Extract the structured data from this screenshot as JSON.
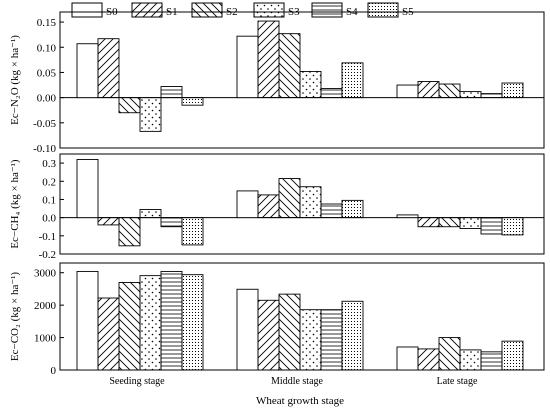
{
  "legend": [
    "S0",
    "S1",
    "S2",
    "S3",
    "S4",
    "S5"
  ],
  "xlabel": "Wheat growth stage",
  "chart_data": [
    {
      "type": "bar",
      "ylabel": "Ec−N₂O (kg × ha⁻¹)",
      "ylim": [
        -0.1,
        0.17
      ],
      "yticks": [
        -0.1,
        -0.05,
        0.0,
        0.05,
        0.1,
        0.15
      ],
      "tick_labels": [
        "-0.10",
        "-0.05",
        "0.00",
        "0.05",
        "0.10",
        "0.15"
      ],
      "categories": [
        "Seeding stage",
        "Middle stage",
        "Late stage"
      ],
      "series": [
        {
          "name": "S0",
          "values": [
            0.107,
            0.122,
            0.025
          ]
        },
        {
          "name": "S1",
          "values": [
            0.117,
            0.152,
            0.032
          ]
        },
        {
          "name": "S2",
          "values": [
            -0.03,
            0.127,
            0.027
          ]
        },
        {
          "name": "S3",
          "values": [
            -0.067,
            0.052,
            0.012
          ]
        },
        {
          "name": "S4",
          "values": [
            0.022,
            0.018,
            0.008
          ]
        },
        {
          "name": "S5",
          "values": [
            -0.015,
            0.069,
            0.029
          ]
        }
      ]
    },
    {
      "type": "bar",
      "ylabel": "Ec−CH₄ (kg × ha⁻¹)",
      "ylim": [
        -0.2,
        0.35
      ],
      "yticks": [
        -0.2,
        -0.1,
        0.0,
        0.1,
        0.2,
        0.3
      ],
      "tick_labels": [
        "-0.2",
        "-0.1",
        "0.0",
        "0.1",
        "0.2",
        "0.3"
      ],
      "categories": [
        "Seeding stage",
        "Middle stage",
        "Late stage"
      ],
      "series": [
        {
          "name": "S0",
          "values": [
            0.32,
            0.147,
            0.015
          ]
        },
        {
          "name": "S1",
          "values": [
            -0.04,
            0.125,
            -0.05
          ]
        },
        {
          "name": "S2",
          "values": [
            -0.155,
            0.215,
            -0.05
          ]
        },
        {
          "name": "S3",
          "values": [
            0.045,
            0.17,
            -0.06
          ]
        },
        {
          "name": "S4",
          "values": [
            -0.05,
            0.075,
            -0.09
          ]
        },
        {
          "name": "S5",
          "values": [
            -0.15,
            0.095,
            -0.095
          ]
        }
      ]
    },
    {
      "type": "bar",
      "ylabel": "Ec−CO₂ (kg × ha⁻¹)",
      "ylim": [
        0,
        3300
      ],
      "yticks": [
        0,
        1000,
        2000,
        3000
      ],
      "tick_labels": [
        "0",
        "1000",
        "2000",
        "3000"
      ],
      "categories": [
        "Seeding stage",
        "Middle stage",
        "Late stage"
      ],
      "series": [
        {
          "name": "S0",
          "values": [
            3040,
            2490,
            710
          ]
        },
        {
          "name": "S1",
          "values": [
            2220,
            2150,
            650
          ]
        },
        {
          "name": "S2",
          "values": [
            2700,
            2340,
            1000
          ]
        },
        {
          "name": "S3",
          "values": [
            2910,
            1860,
            620
          ]
        },
        {
          "name": "S4",
          "values": [
            3040,
            1860,
            560
          ]
        },
        {
          "name": "S5",
          "values": [
            2940,
            2120,
            890
          ]
        }
      ]
    }
  ]
}
